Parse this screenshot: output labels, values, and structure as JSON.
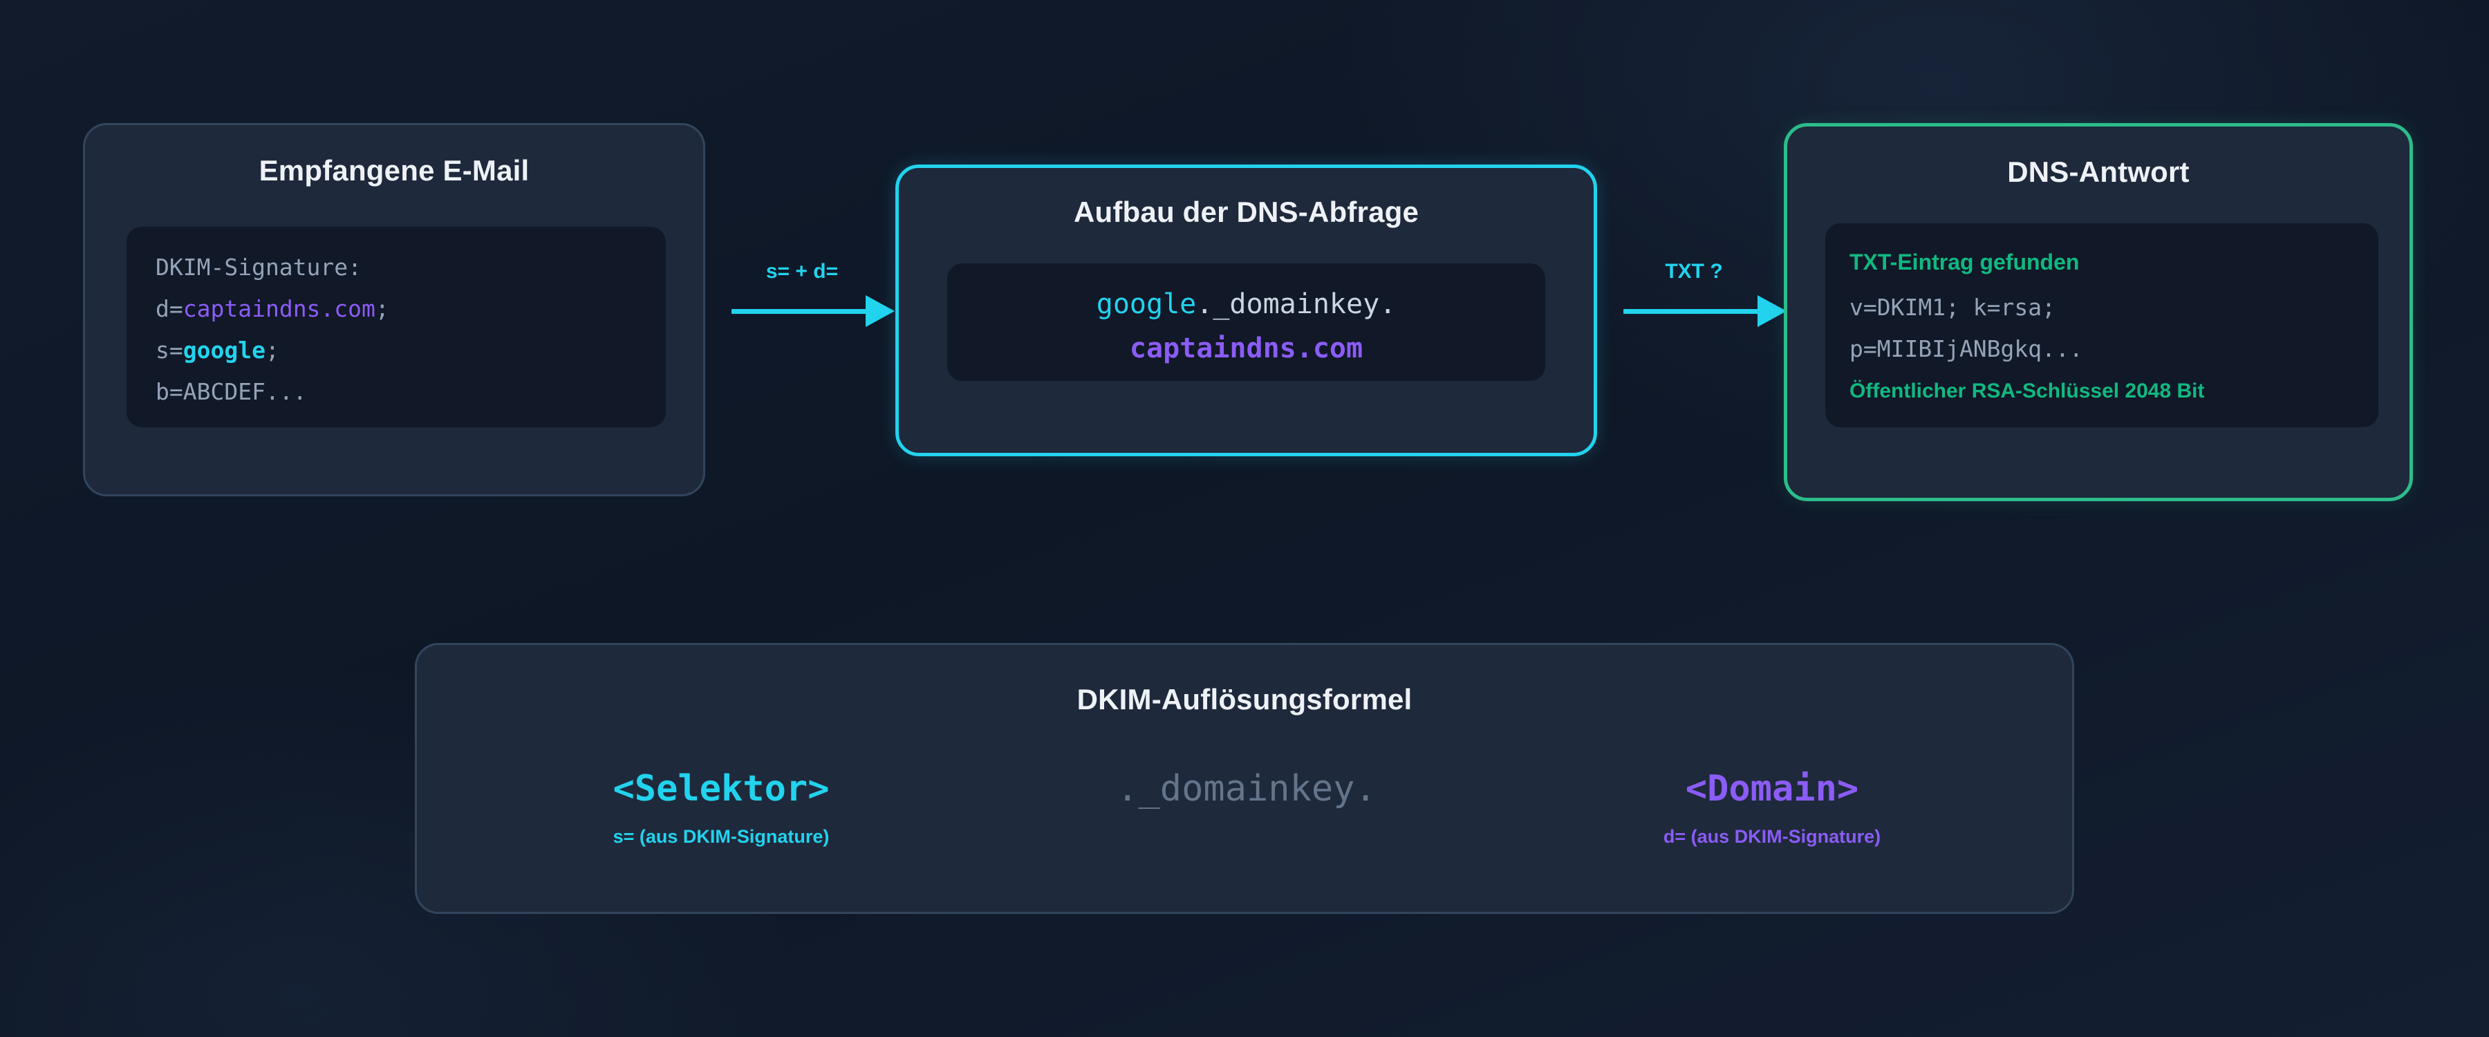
{
  "palette": {
    "background": "#0e1726",
    "card_bg": "#1e293b",
    "code_bg": "#111827",
    "cyan": "#22d3ee",
    "green": "#2bbd8a",
    "purple": "#8b5cf6",
    "grey_text": "#94a3b8",
    "title_text": "#eef2f7"
  },
  "email_card": {
    "title": "Empfangene E-Mail",
    "code": {
      "header": "DKIM-Signature:",
      "lines": [
        {
          "key": "d=",
          "value": "captaindns.com",
          "suffix": ";",
          "value_style": "purple"
        },
        {
          "key": "s=",
          "value": "google",
          "suffix": ";",
          "value_style": "cyan-bold"
        },
        {
          "key": "b=",
          "value": "ABCDEF...",
          "suffix": "",
          "value_style": "grey"
        }
      ]
    }
  },
  "arrow_1": {
    "label": "s= + d="
  },
  "query_card": {
    "title": "Aufbau der DNS-Abfrage",
    "query": {
      "selector": "google",
      "middle": "._domainkey.",
      "domain": "captaindns.com"
    }
  },
  "arrow_2": {
    "label": "TXT ?"
  },
  "answer_card": {
    "title": "DNS-Antwort",
    "record": {
      "found_label": "TXT-Eintrag gefunden",
      "lines": [
        "v=DKIM1; k=rsa;",
        "p=MIIBIjANBgkq..."
      ],
      "key_info": "Öffentlicher RSA-Schlüssel 2048 Bit"
    }
  },
  "formula_card": {
    "title": "DKIM-Auflösungsformel",
    "parts": [
      {
        "main": "<Selektor>",
        "sub": "s= (aus DKIM-Signature)",
        "style": "cyan"
      },
      {
        "main": "._domainkey.",
        "sub": "",
        "style": "muted"
      },
      {
        "main": "<Domain>",
        "sub": "d= (aus DKIM-Signature)",
        "style": "purple"
      }
    ]
  }
}
